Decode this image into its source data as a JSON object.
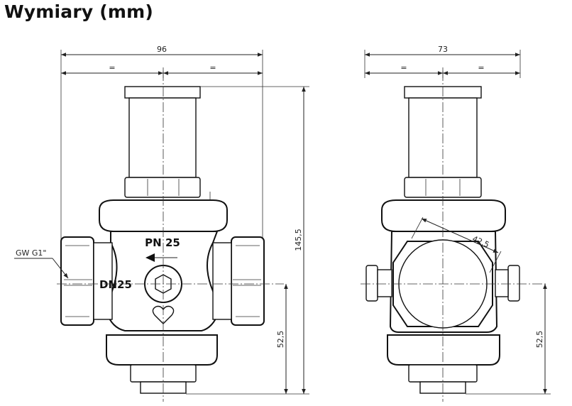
{
  "title": "Wymiary (mm)",
  "front_view": {
    "width_dim": "96",
    "half_left": "=",
    "half_right": "=",
    "height_dim": "145,5",
    "axis_height_dim": "52,5",
    "connection_label": "GW G1\"",
    "pressure_label": "PN 25",
    "size_label": "DN25"
  },
  "side_view": {
    "width_dim": "73",
    "half_left": "=",
    "half_right": "=",
    "hex_dim": "42,5",
    "axis_height_dim": "52,5"
  }
}
